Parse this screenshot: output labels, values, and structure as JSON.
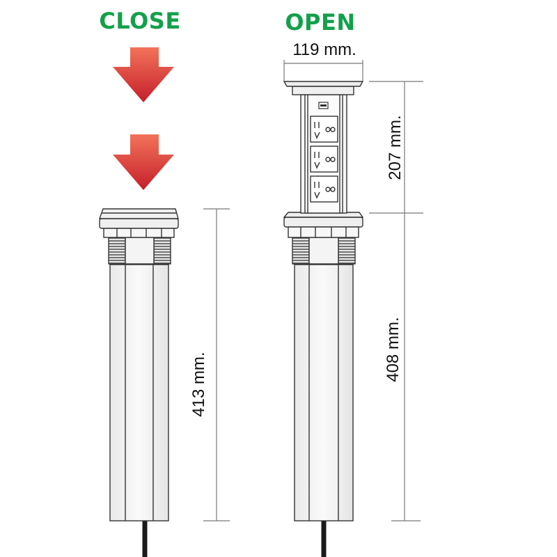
{
  "states": {
    "close": {
      "label": "CLOSE"
    },
    "open": {
      "label": "OPEN"
    }
  },
  "dimensions": {
    "width": "119 mm.",
    "open_height": "207 mm.",
    "base_height_open": "408 mm.",
    "closed_height": "413 mm."
  },
  "colors": {
    "label_green": "#13a04b",
    "arrow_light": "#f2735a",
    "arrow_dark": "#c51f2a",
    "outline": "#333333",
    "body_fill": "#f3f3f3",
    "cable": "#1a1a1a"
  },
  "icons": {
    "arrow": "arrow-down-icon",
    "outlet": "power-outlet-icon",
    "usb": "usb-port-icon"
  }
}
